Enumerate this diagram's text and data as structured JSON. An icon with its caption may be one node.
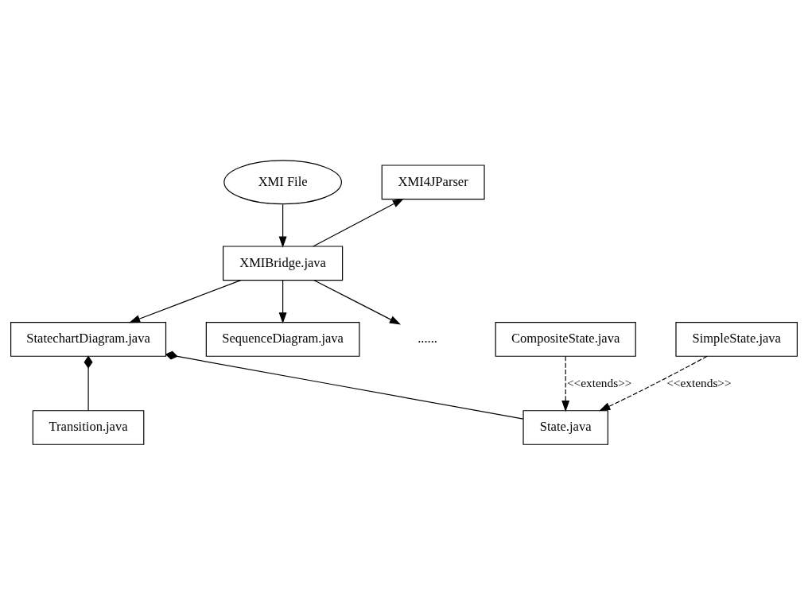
{
  "diagram": {
    "nodes": [
      {
        "text": [
          "XMI File"
        ]
      },
      {
        "text": [
          "XMI4JParser"
        ]
      },
      {
        "text": [
          "XMIBridge.java"
        ]
      },
      {
        "text": [
          "StatechartDiagram.java"
        ]
      },
      {
        "text": [
          "SequenceDiagram.java"
        ]
      },
      {
        "text": [
          "......"
        ]
      },
      {
        "text": [
          "State.java"
        ]
      },
      {
        "text": [
          "Transition.java"
        ]
      },
      {
        "text": [
          "CompositeState.java"
        ]
      },
      {
        "text": [
          "SimpleState.java"
        ]
      }
    ],
    "edges": [
      {
        "from": 0,
        "to": 2,
        "arrow": "to"
      },
      {
        "from": 2,
        "to": 1,
        "arrow": "to"
      },
      {
        "from": 2,
        "to": 3,
        "arrow": "to"
      },
      {
        "from": 2,
        "to": 4,
        "arrow": "to"
      },
      {
        "from": 2,
        "to": 5,
        "arrow": "to"
      },
      {
        "from": 3,
        "to": 6,
        "arrow": "other"
      },
      {
        "from": 3,
        "to": 7,
        "arrow": "other"
      },
      {
        "from": 8,
        "to": 6,
        "arrow": "to",
        "style": "dashed",
        "label": "<<extends>>"
      },
      {
        "from": 9,
        "to": 6,
        "arrow": "to",
        "style": "dashed",
        "label": "<<extends>>"
      }
    ]
  }
}
